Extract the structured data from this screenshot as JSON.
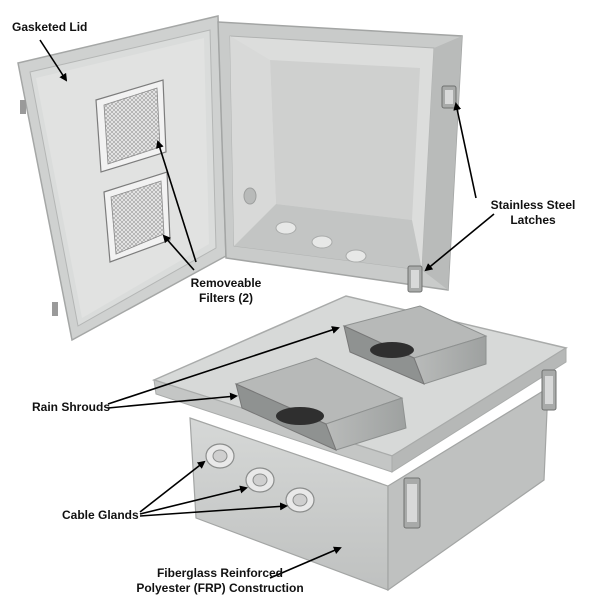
{
  "labels": {
    "gasketed_lid": "Gasketed Lid",
    "stainless_latches_line1": "Stainless Steel",
    "stainless_latches_line2": "Latches",
    "removeable_filters_line1": "Removeable",
    "removeable_filters_line2": "Filters (2)",
    "rain_shrouds": "Rain Shrouds",
    "cable_glands": "Cable Glands",
    "frp_line1": "Fiberglass Reinforced",
    "frp_line2": "Polyester (FRP) Construction"
  },
  "colors": {
    "enclosure_gray": "#c9cbca",
    "enclosure_light": "#dcdddc",
    "shroud_gray": "#a9acab",
    "arrow": "#000000"
  }
}
